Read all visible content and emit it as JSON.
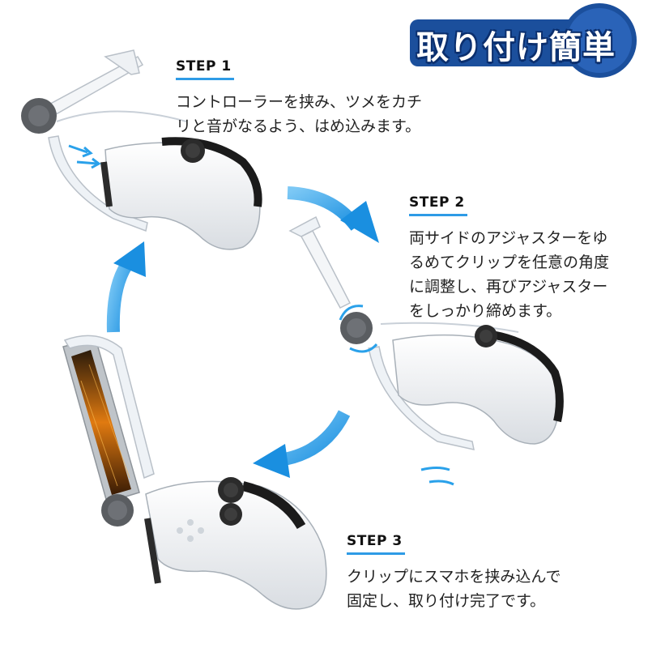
{
  "badge": {
    "text": "取り付け簡単"
  },
  "steps": [
    {
      "title": "STEP 1",
      "text": "コントローラーを挟み、ツメをカチ\nリと音がなるよう、はめ込みます。"
    },
    {
      "title": "STEP 2",
      "text": "両サイドのアジャスターをゆ\nるめてクリップを任意の角度\nに調整し、再びアジャスター\nをしっかり締めます。"
    },
    {
      "title": "STEP 3",
      "text": "クリップにスマホを挟み込んで\n固定し、取り付け完了です。"
    }
  ],
  "colors": {
    "accent": "#2e9be6",
    "badge_bg": "#1b4f9c",
    "arrow": "#2aa1ea"
  }
}
